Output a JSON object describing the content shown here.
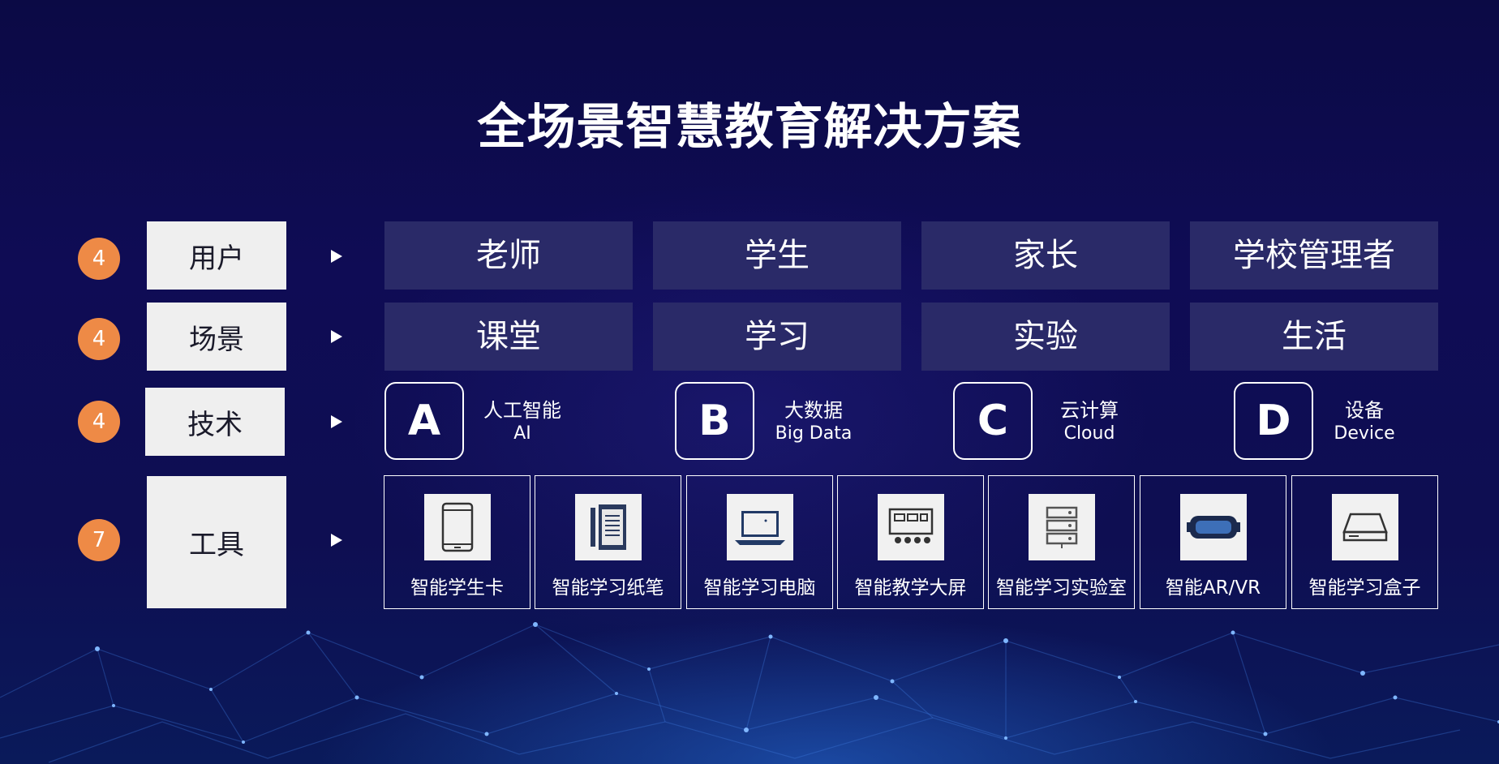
{
  "title": "全场景智慧教育解决方案",
  "colors": {
    "background": "#0f0c55",
    "badge": "#ee8a46",
    "label_bg": "#efefef",
    "cell_bg": "#2a2a68"
  },
  "rows": [
    {
      "count": "4",
      "label": "用户",
      "items": [
        "老师",
        "学生",
        "家长",
        "学校管理者"
      ]
    },
    {
      "count": "4",
      "label": "场景",
      "items": [
        "课堂",
        "学习",
        "实验",
        "生活"
      ]
    },
    {
      "count": "4",
      "label": "技术",
      "tech": [
        {
          "letter": "A",
          "cn": "人工智能",
          "en": "AI"
        },
        {
          "letter": "B",
          "cn": "大数据",
          "en": "Big Data"
        },
        {
          "letter": "C",
          "cn": "云计算",
          "en": "Cloud"
        },
        {
          "letter": "D",
          "cn": "设备",
          "en": "Device"
        }
      ]
    },
    {
      "count": "7",
      "label": "工具",
      "tools": [
        {
          "name": "智能学生卡",
          "icon": "tablet-icon"
        },
        {
          "name": "智能学习纸笔",
          "icon": "notebook-icon"
        },
        {
          "name": "智能学习电脑",
          "icon": "laptop-icon"
        },
        {
          "name": "智能教学大屏",
          "icon": "display-screen-icon"
        },
        {
          "name": "智能学习实验室",
          "icon": "server-rack-icon"
        },
        {
          "name": "智能AR/VR",
          "icon": "vr-headset-icon"
        },
        {
          "name": "智能学习盒子",
          "icon": "box-device-icon"
        }
      ]
    }
  ]
}
